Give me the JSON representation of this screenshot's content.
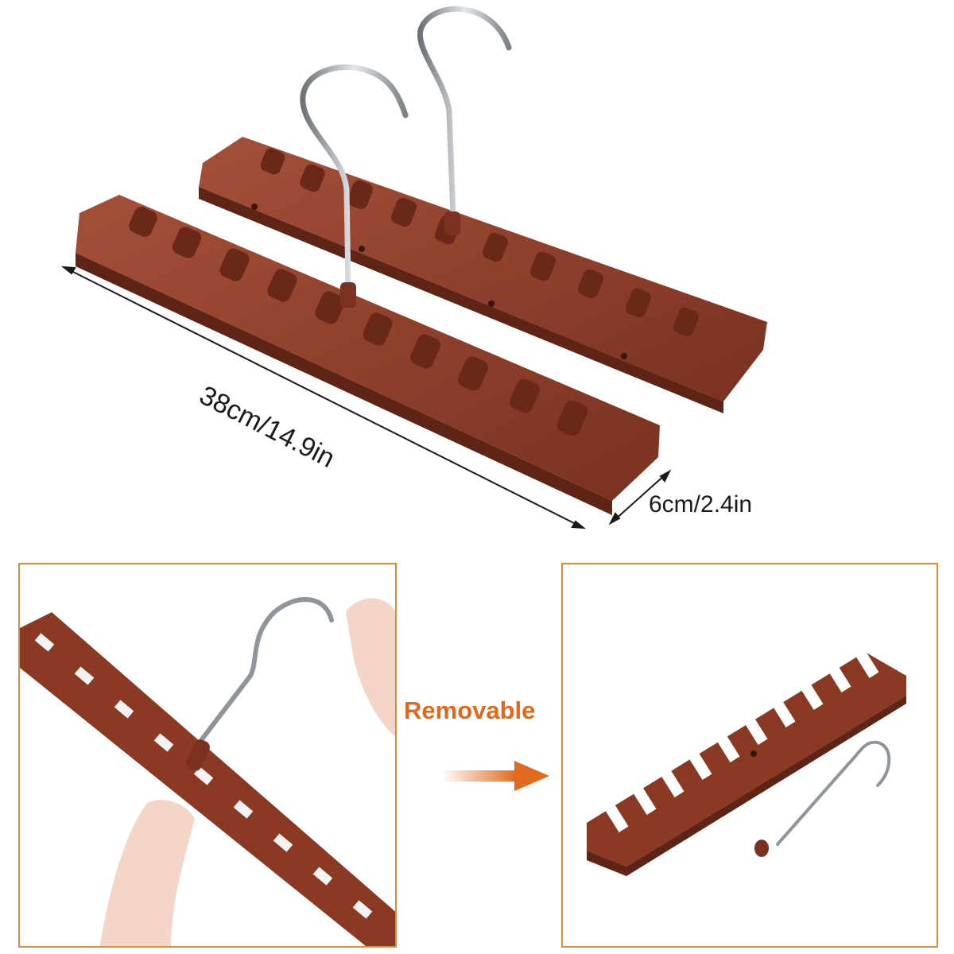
{
  "dimensions": {
    "length_label": "38cm/14.9in",
    "width_label": "6cm/2.4in"
  },
  "feature": {
    "label": "Removable"
  },
  "colors": {
    "wood": "#8a3a24",
    "wood_dark": "#5e2416",
    "wood_light": "#a8513a",
    "metal": "#9aa0a6",
    "accent": "#e0691d",
    "panel_border": "#e28a3c"
  },
  "icons": {
    "arrow": "right-arrow-icon",
    "dimension": "double-arrow-icon"
  }
}
